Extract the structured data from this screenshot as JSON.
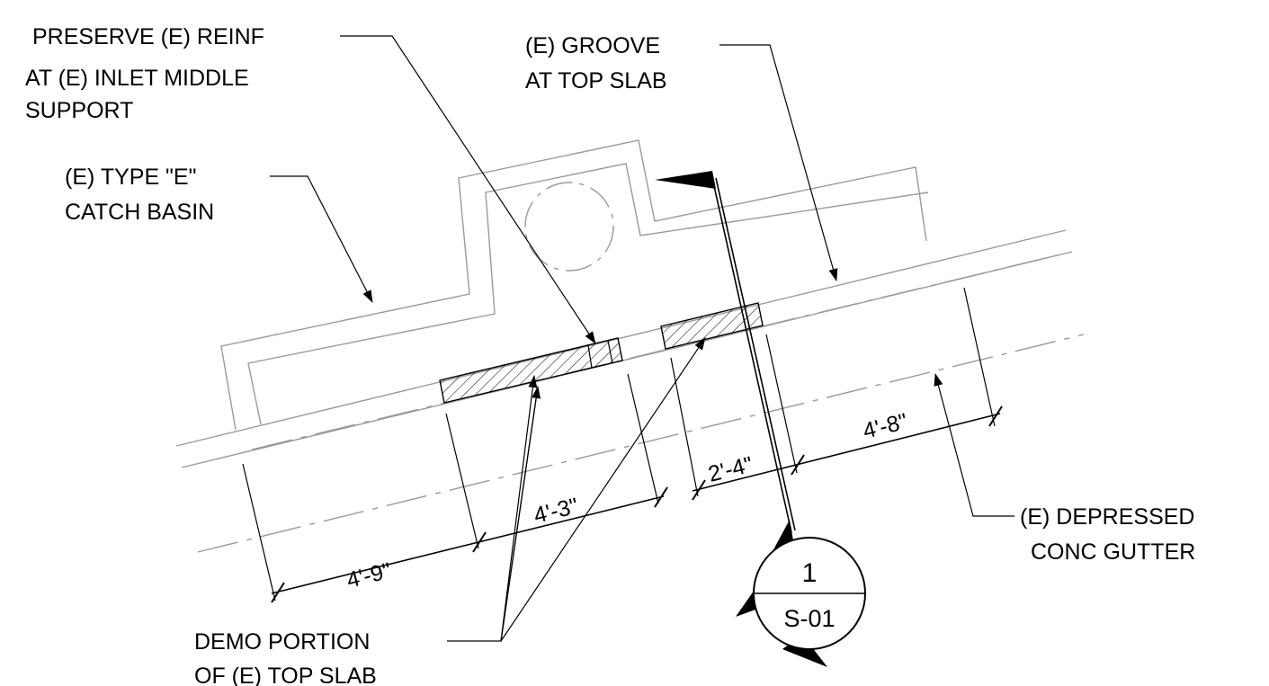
{
  "notes": {
    "preserve_reinf": [
      "PRESERVE (E) REINF",
      "AT (E) INLET MIDDLE",
      "SUPPORT"
    ],
    "groove": [
      "(E) GROOVE",
      "AT TOP SLAB"
    ],
    "catch_basin": [
      "(E) TYPE \"E\"",
      "CATCH BASIN"
    ],
    "depressed_gutter": [
      "(E) DEPRESSED",
      "CONC GUTTER"
    ],
    "demo_portion": [
      "DEMO PORTION",
      "OF (E) TOP SLAB"
    ]
  },
  "dimensions": {
    "d1": "4'-9\"",
    "d2": "4'-3\"",
    "d3": "2'-4\"",
    "d4": "4'-8\""
  },
  "section_tag": {
    "number": "1",
    "sheet": "S-01"
  },
  "colors": {
    "existing_linework": "#9a9a9a",
    "annotation": "#000000"
  }
}
